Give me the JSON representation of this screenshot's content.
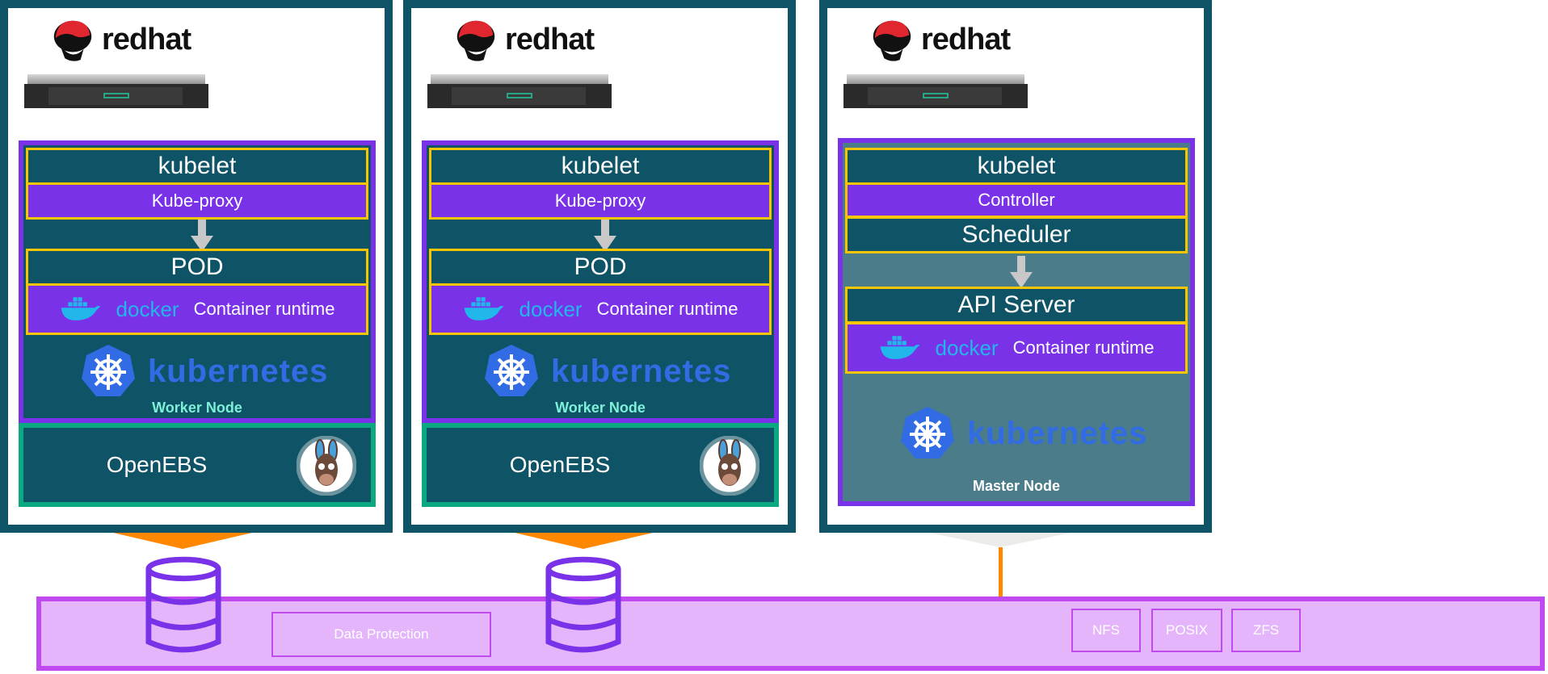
{
  "workers": [
    {
      "brand": "redhat",
      "kubelet": "kubelet",
      "proxy": "Kube-proxy",
      "pod": "POD",
      "docker": "docker",
      "runtime": "Container runtime",
      "k8s": "kubernetes",
      "role": "Worker Node",
      "storage": "OpenEBS"
    },
    {
      "brand": "redhat",
      "kubelet": "kubelet",
      "proxy": "Kube-proxy",
      "pod": "POD",
      "docker": "docker",
      "runtime": "Container runtime",
      "k8s": "kubernetes",
      "role": "Worker Node",
      "storage": "OpenEBS"
    }
  ],
  "master": {
    "brand": "redhat",
    "kubelet": "kubelet",
    "controller": "Controller",
    "scheduler": "Scheduler",
    "api": "API Server",
    "docker": "docker",
    "runtime": "Container runtime",
    "k8s": "kubernetes",
    "role": "Master Node"
  },
  "storage_layer": {
    "data_protection": "Data Protection",
    "protocols": [
      "NFS",
      "POSIX",
      "ZFS"
    ]
  },
  "colors": {
    "host_border": "#0f5366",
    "node_border": "#7a32e8",
    "row_border": "#f7c600",
    "storage_border": "#0aa982",
    "band_fill": "#e4b5fb",
    "band_border": "#c04af0",
    "connector": "#ff8800",
    "worker_role": "#7ff0d8",
    "master_bg": "#4a7c8a"
  }
}
